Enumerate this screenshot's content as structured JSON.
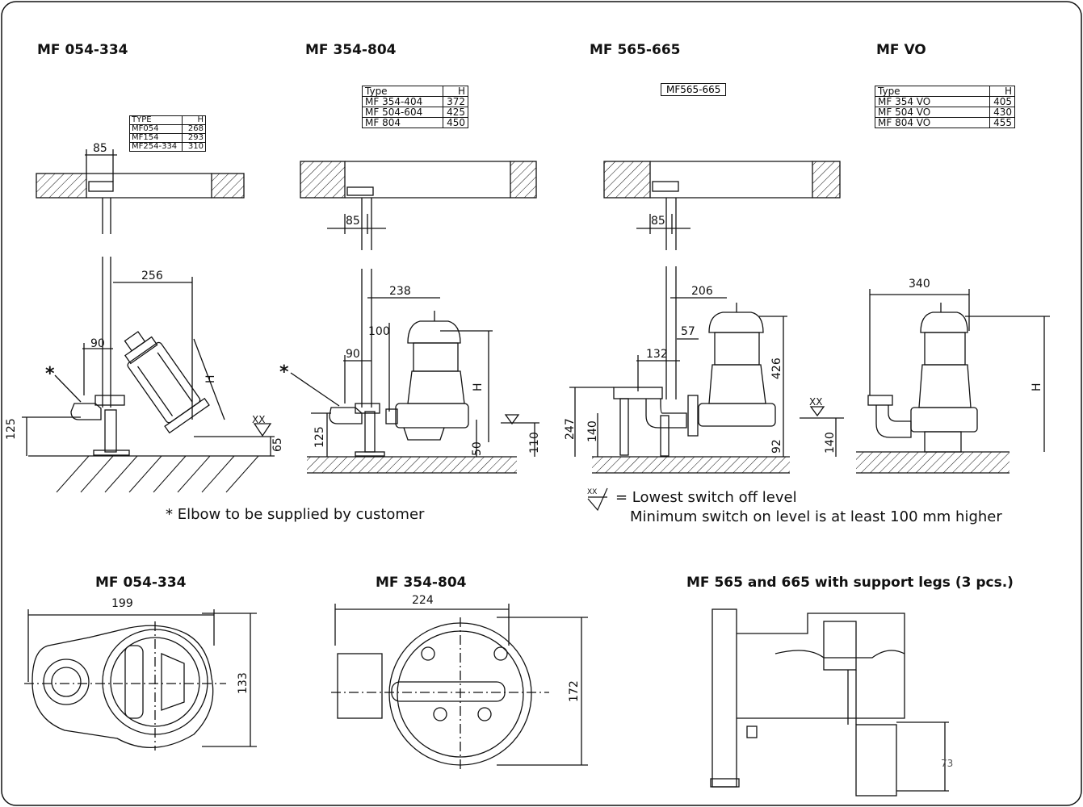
{
  "titles": {
    "t1": "MF 054-334",
    "t2": "MF 354-804",
    "t3": "MF 565-665",
    "t4": "MF VO",
    "b1": "MF 054-334",
    "b2": "MF 354-804",
    "b3": "MF 565 and 665 with support legs (3 pcs.)"
  },
  "table1": {
    "headers": [
      "TYPE",
      "H"
    ],
    "rows": [
      [
        "MF054",
        "268"
      ],
      [
        "MF154",
        "293"
      ],
      [
        "MF254-334",
        "310"
      ]
    ]
  },
  "table2": {
    "headers": [
      "Type",
      "H"
    ],
    "rows": [
      [
        "MF 354-404",
        "372"
      ],
      [
        "MF 504-604",
        "425"
      ],
      [
        "MF 804",
        "450"
      ]
    ]
  },
  "table3_label": "MF565-665",
  "table4": {
    "headers": [
      "Type",
      "H"
    ],
    "rows": [
      [
        "MF 354 VO",
        "405"
      ],
      [
        "MF 504 VO",
        "430"
      ],
      [
        "MF 804 VO",
        "455"
      ]
    ]
  },
  "dims": {
    "d1_85": "85",
    "d1_256": "256",
    "d1_90": "90",
    "d1_H": "H",
    "d1_125": "125",
    "d1_65": "65",
    "d1_star": "*",
    "d1_xx": "XX",
    "d2_85": "85",
    "d2_238": "238",
    "d2_100": "100",
    "d2_90": "90",
    "d2_H": "H",
    "d2_125": "125",
    "d2_50": "50",
    "d2_110": "110",
    "d2_star": "*",
    "d3_85": "85",
    "d3_206": "206",
    "d3_57": "57",
    "d3_132": "132",
    "d3_426": "426",
    "d3_247": "247",
    "d3_140a": "140",
    "d3_92": "92",
    "d3_140b": "140",
    "d3_xx": "XX",
    "d4_340": "340",
    "d4_H": "H",
    "b1_199": "199",
    "b1_133": "133",
    "b2_224": "224",
    "b2_172": "172",
    "b3_73": "73"
  },
  "notes": {
    "elbow": "* Elbow to be supplied by customer",
    "legend_symbol": "XX",
    "switch_off": "= Lowest switch off level",
    "switch_on": "Minimum switch on level is at least 100 mm higher"
  }
}
